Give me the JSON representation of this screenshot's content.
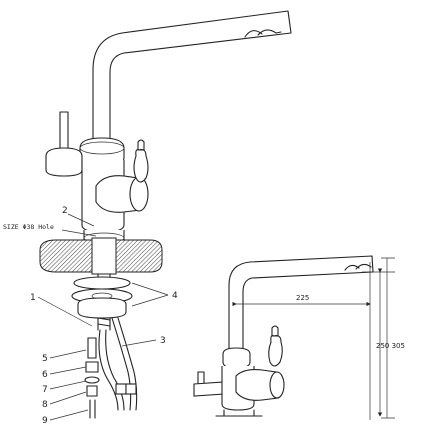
{
  "callouts": [
    "1",
    "2",
    "3",
    "4",
    "5",
    "6",
    "7",
    "8",
    "9"
  ],
  "hole_label": "SIZE Φ38 Hole",
  "dimensions": {
    "reach": "225",
    "heights": "250 305"
  }
}
